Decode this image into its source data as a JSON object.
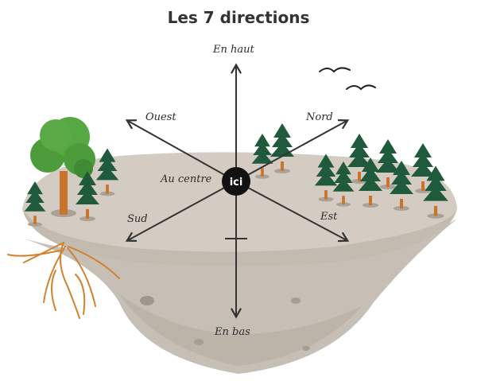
{
  "title": "Les 7 directions",
  "center_label": "ici",
  "directions": {
    "up": "En haut",
    "down": "En bas",
    "north": "Nord",
    "south": "Sud",
    "east": "Est",
    "west": "Ouest",
    "center": "Au centre"
  },
  "colors": {
    "ground_top": "#d4ccc2",
    "rock": "#c9c2b8",
    "tree_dark": "#1f5a3c",
    "tree_light": "#4c9c3c",
    "trunk": "#c8742b",
    "roots": "#d1822f",
    "arrow": "#333333",
    "center_disc": "#111111"
  }
}
